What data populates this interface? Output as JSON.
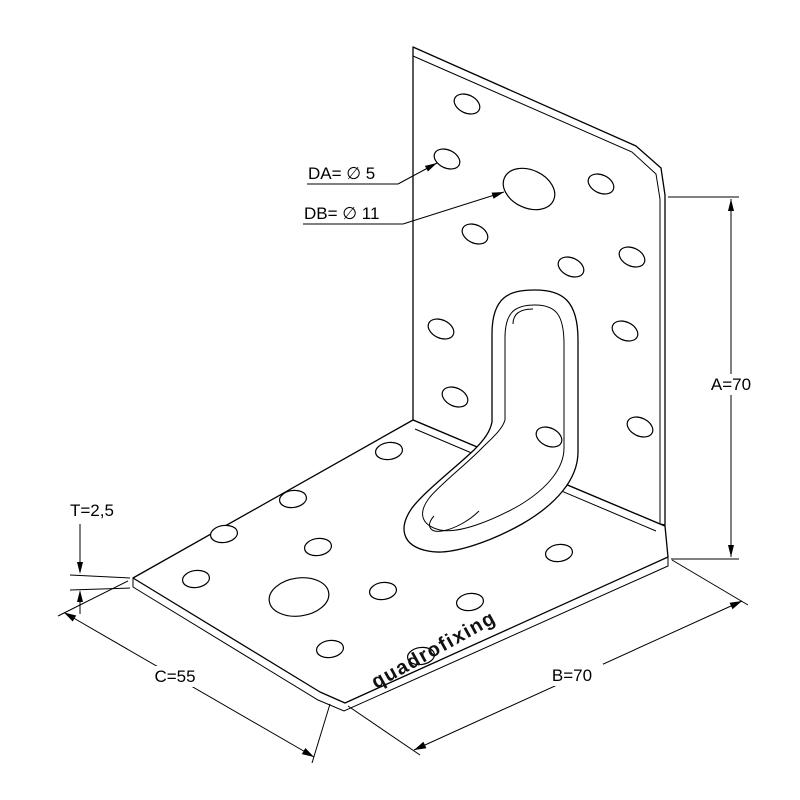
{
  "drawing": {
    "brand": "quadrofixing",
    "labels": {
      "hole_small": "DA= ∅ 5",
      "hole_large": "DB= ∅ 11",
      "height": "A=70",
      "width": "B=70",
      "depth": "C=55",
      "thickness": "T=2,5"
    },
    "colors": {
      "line": "#000000",
      "background": "#ffffff"
    }
  }
}
